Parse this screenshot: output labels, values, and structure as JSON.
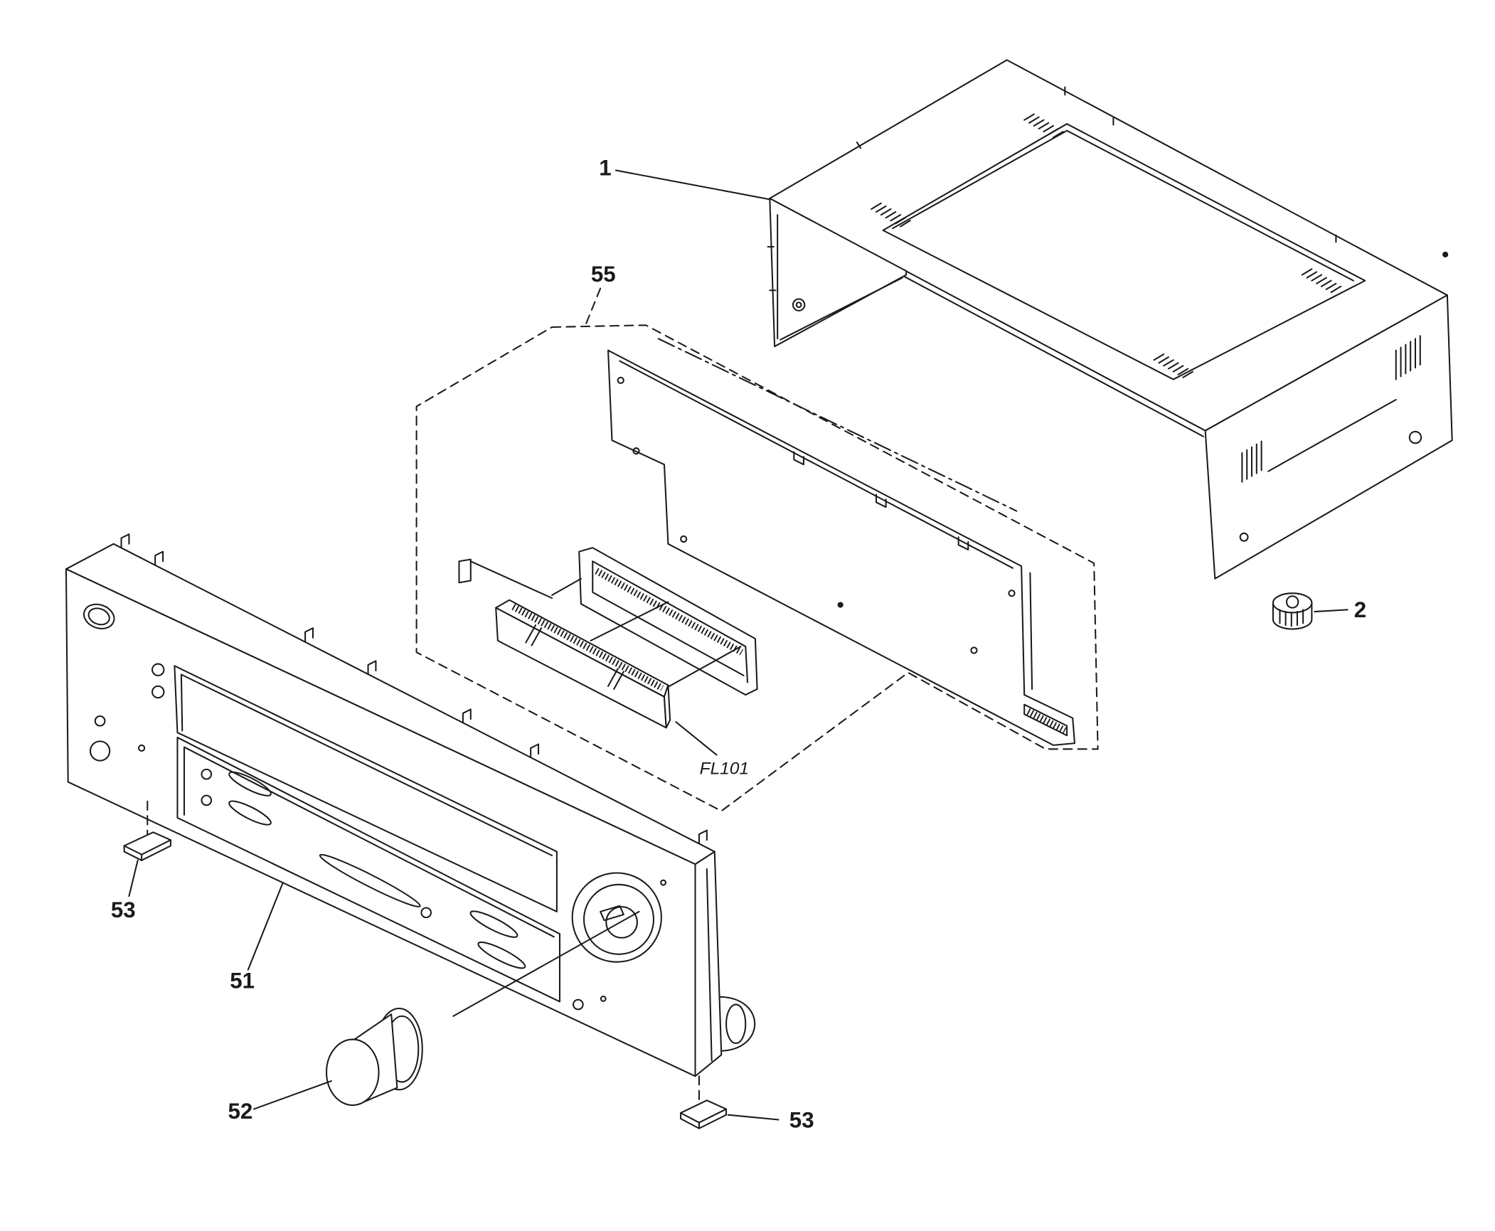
{
  "diagram": {
    "labels": {
      "cover": "1",
      "foot": "2",
      "pcb_assembly": "55",
      "display": "FL101",
      "front_panel": "51",
      "knob": "52",
      "foot_left": "53",
      "foot_right": "53"
    }
  },
  "colors": {
    "ink": "#1a1a1a",
    "paper": "#ffffff"
  }
}
